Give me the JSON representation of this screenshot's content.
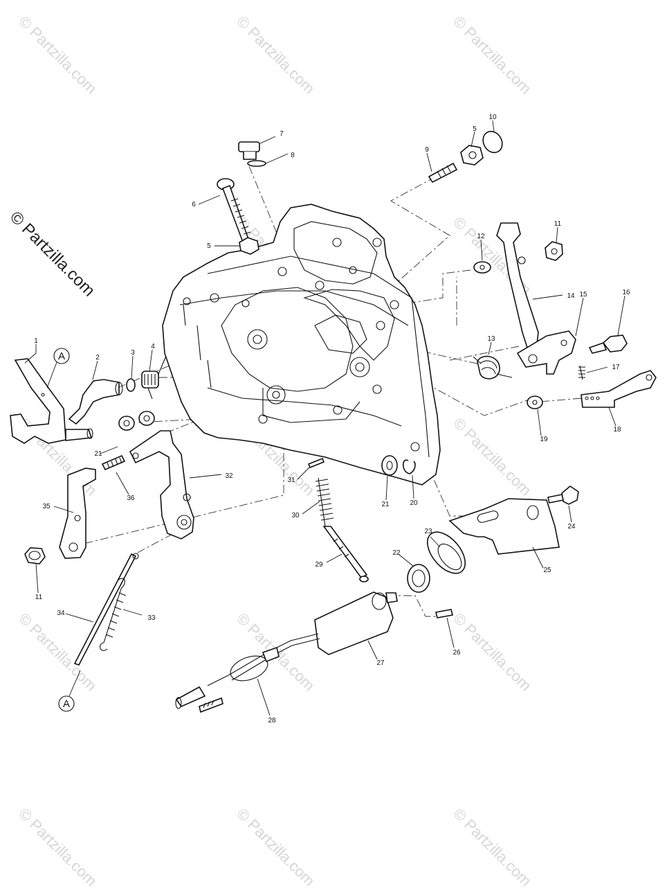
{
  "watermark": {
    "text": "© Partzilla.com",
    "side_text": "© Partzilla.com"
  },
  "reference_marker": "A",
  "callouts": [
    "1",
    "2",
    "3",
    "4",
    "5",
    "5",
    "6",
    "7",
    "8",
    "9",
    "10",
    "11",
    "11",
    "12",
    "13",
    "14",
    "15",
    "16",
    "17",
    "18",
    "19",
    "20",
    "21",
    "21",
    "22",
    "23",
    "24",
    "25",
    "26",
    "27",
    "28",
    "29",
    "30",
    "31",
    "32",
    "33",
    "34",
    "35",
    "36"
  ],
  "colors": {
    "line": "#111111",
    "watermark": "#d6d6d6"
  }
}
